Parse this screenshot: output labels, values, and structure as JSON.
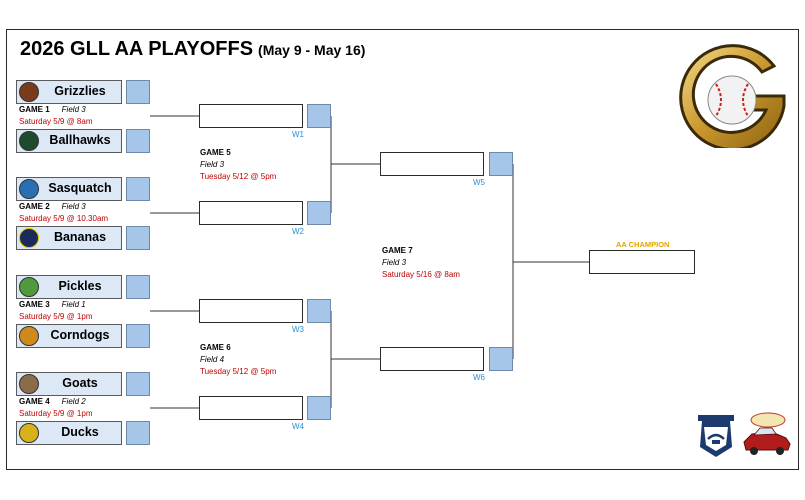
{
  "header": {
    "title": "2026 GLL AA PLAYOFFS",
    "subtitle": "(May 9 - May 16)"
  },
  "round1": [
    {
      "game": "GAME 1",
      "field": "Field 3",
      "time": "Saturday 5/9 @ 8am",
      "teams": [
        "Grizzlies",
        "Ballhawks"
      ]
    },
    {
      "game": "GAME 2",
      "field": "Field 3",
      "time": "Saturday 5/9 @ 10.30am",
      "teams": [
        "Sasquatch",
        "Bananas"
      ]
    },
    {
      "game": "GAME 3",
      "field": "Field 1",
      "time": "Saturday 5/9 @ 1pm",
      "teams": [
        "Pickles",
        "Corndogs"
      ]
    },
    {
      "game": "GAME 4",
      "field": "Field 2",
      "time": "Saturday 5/9 @ 1pm",
      "teams": [
        "Goats",
        "Ducks"
      ]
    }
  ],
  "round2": [
    {
      "game": "GAME 5",
      "field": "Field 3",
      "time": "Tuesday 5/12 @ 5pm"
    },
    {
      "game": "GAME 6",
      "field": "Field 4",
      "time": "Tuesday 5/12 @ 5pm"
    }
  ],
  "final": {
    "game": "GAME 7",
    "field": "Field 3",
    "time": "Saturday 5/16 @ 8am"
  },
  "winner_labels": [
    "W1",
    "W2",
    "W3",
    "W4",
    "W5",
    "W6"
  ],
  "champion_label": "AA CHAMPION",
  "logos": {
    "main": "gll-baseball-logo",
    "little_league": "little-league-keystone-logo",
    "district": "california-57-car-logo"
  },
  "colors": {
    "team_fill": "#dce8f6",
    "score_fill": "#a5c6e8",
    "time_text": "#c00000",
    "winner_label": "#2a8fd0",
    "champion_label": "#e0a400"
  }
}
